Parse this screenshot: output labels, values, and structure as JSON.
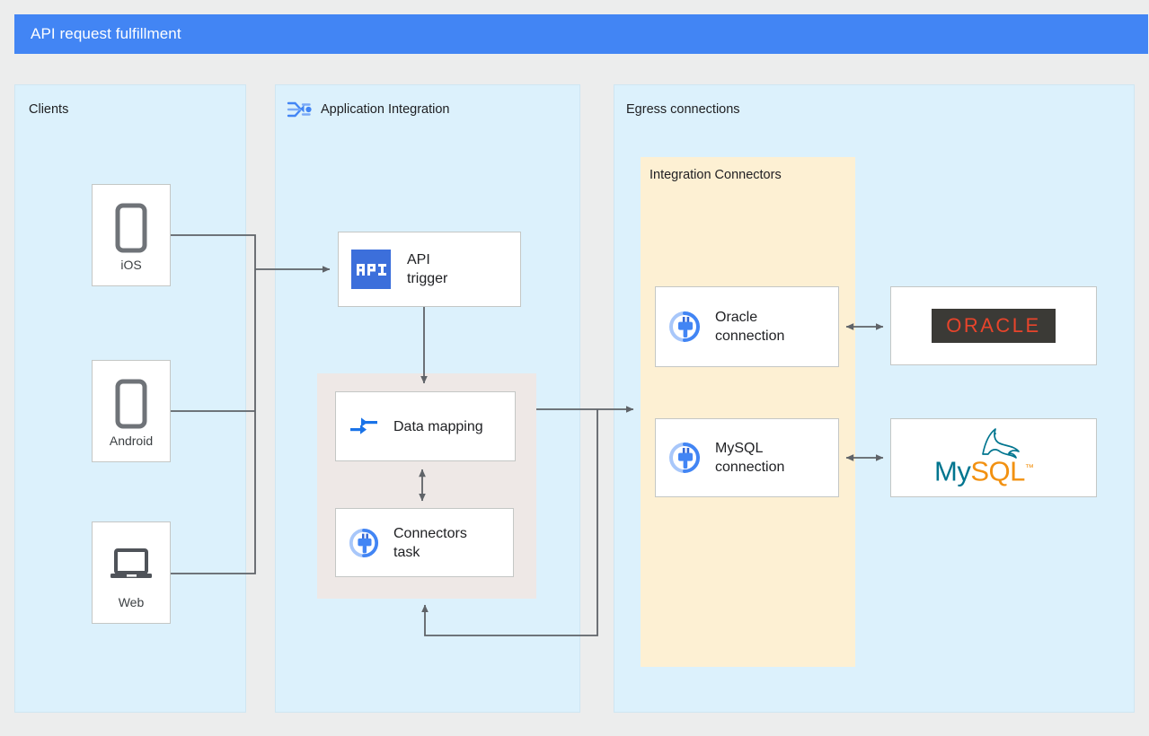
{
  "header": {
    "title": "API request fulfillment",
    "bar_color": "#4285f4"
  },
  "panels": {
    "clients": {
      "label": "Clients",
      "bg": "#dcf1fc"
    },
    "application_integration": {
      "label": "Application Integration",
      "icon": "application-integration-logo",
      "bg": "#dcf1fc"
    },
    "egress": {
      "label": "Egress connections",
      "bg": "#dcf1fc"
    }
  },
  "groups": {
    "integration_connectors": {
      "label": "Integration Connectors",
      "bg": "#fdf0d3"
    },
    "tasks_group": {
      "label": "",
      "bg": "#eee8e6"
    }
  },
  "clients": [
    {
      "label": "iOS",
      "icon": "phone-icon"
    },
    {
      "label": "Android",
      "icon": "phone-icon"
    },
    {
      "label": "Web",
      "icon": "laptop-icon"
    }
  ],
  "nodes": {
    "api_trigger": {
      "label": "API\ntrigger",
      "icon": "api-badge-icon",
      "icon_text": "API",
      "icon_color": "#3c6fdb"
    },
    "data_mapping": {
      "label": "Data mapping",
      "icon": "data-mapping-arrows-icon",
      "icon_color": "#1a73e8"
    },
    "connectors_task": {
      "label": "Connectors\ntask",
      "icon": "connectors-plug-icon",
      "icon_color": "#4285f4"
    },
    "oracle_connection": {
      "label": "Oracle\nconnection",
      "icon": "connectors-plug-icon",
      "icon_color": "#4285f4"
    },
    "mysql_connection": {
      "label": "MySQL\nconnection",
      "icon": "connectors-plug-icon",
      "icon_color": "#4285f4"
    }
  },
  "logos": {
    "oracle": {
      "name": "oracle-logo",
      "text": "ORACLE",
      "text_color": "#e8442b",
      "plate_color": "#3b3a36"
    },
    "mysql": {
      "name": "mysql-logo",
      "text_primary": "My",
      "text_secondary": "SQL",
      "trademark": "™",
      "primary_color": "#00758f",
      "secondary_color": "#f29111"
    }
  },
  "edges": [
    {
      "name": "ios-to-bus",
      "from": "iOS",
      "to": "api-trigger",
      "style": "solid",
      "arrow": "single"
    },
    {
      "name": "android-to-bus",
      "from": "Android",
      "to": "api-trigger",
      "style": "solid",
      "arrow": "single"
    },
    {
      "name": "web-to-bus",
      "from": "Web",
      "to": "api-trigger",
      "style": "solid",
      "arrow": "single"
    },
    {
      "name": "api-trigger-to-data-mapping",
      "from": "API trigger",
      "to": "Data mapping",
      "style": "solid",
      "arrow": "single"
    },
    {
      "name": "data-mapping-to-connectors-task",
      "from": "Data mapping",
      "to": "Connectors task",
      "style": "solid",
      "arrow": "double"
    },
    {
      "name": "connectors-task-to-integration-connectors",
      "from": "Connectors task",
      "to": "Integration Connectors",
      "style": "solid",
      "arrow": "single"
    },
    {
      "name": "integration-connectors-to-connectors-task",
      "from": "Integration Connectors",
      "to": "Connectors task",
      "style": "solid",
      "arrow": "single"
    },
    {
      "name": "oracle-connection-to-oracle",
      "from": "Oracle connection",
      "to": "Oracle",
      "style": "solid",
      "arrow": "double"
    },
    {
      "name": "mysql-connection-to-mysql",
      "from": "MySQL connection",
      "to": "MySQL",
      "style": "solid",
      "arrow": "double"
    }
  ],
  "colors": {
    "wire": "#5f6368",
    "card_border": "#c4c7c5",
    "canvas": "#eceded"
  }
}
